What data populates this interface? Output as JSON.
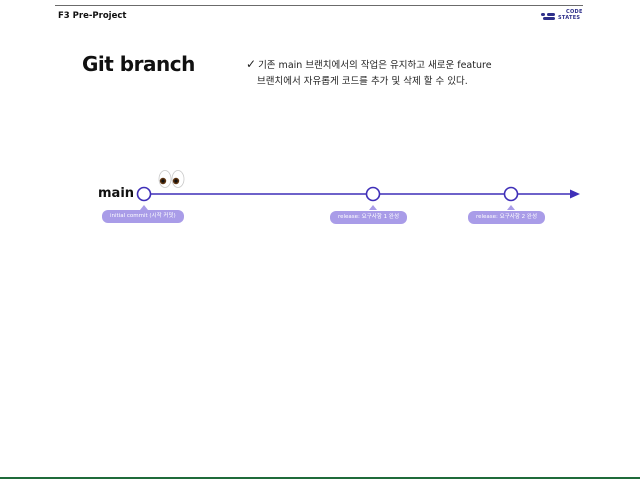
{
  "header": {
    "title": "F3 Pre-Project",
    "logo_line1": "CODE",
    "logo_line2": "STATES"
  },
  "slide": {
    "title": "Git branch",
    "check_mark": "✓",
    "description_line1": "기존 main 브랜치에서의 작업은 유지하고 새로운 feature",
    "description_line2": "브랜치에서 자유롭게 코드를 추가 및 삭제 할 수 있다."
  },
  "diagram": {
    "branch_label": "main",
    "eyes_emoji": "👀",
    "commits": [
      {
        "label": "initial commit (시작 커밋)"
      },
      {
        "label": "release: 요구사항 1 완성"
      },
      {
        "label": "release: 요구사항 2 완성"
      }
    ],
    "colors": {
      "line": "#3f2fb8",
      "pill": "#a99ce8",
      "logo": "#2e2f8a"
    }
  }
}
